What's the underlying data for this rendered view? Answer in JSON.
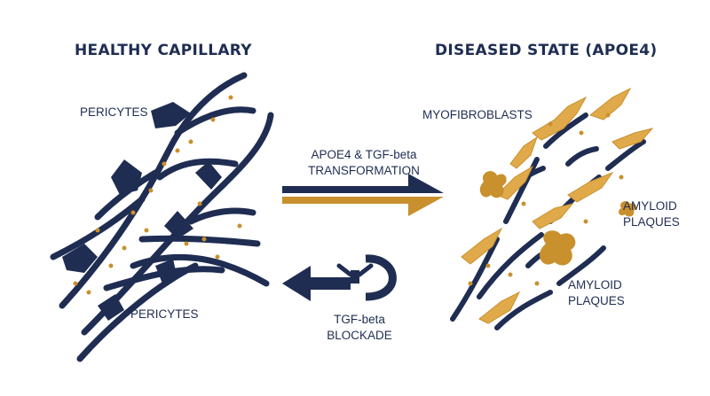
{
  "headings": {
    "healthy": "HEALTHY CAPILLARY",
    "diseased": "DISEASED STATE (APOE4)"
  },
  "labels": {
    "pericytes_top": "PERICYTES",
    "pericytes_bottom": "PERICYTES",
    "myofibroblasts": "MYOFIBROBLASTS",
    "amyloid_right": [
      "AMYLOID",
      "PLAQUES"
    ],
    "amyloid_bottom": [
      "AMYLOID",
      "PLAQUES"
    ]
  },
  "arrows": {
    "transformation": [
      "APOE4 & TGF-beta",
      "TRANSFORMATION"
    ],
    "blockade": [
      "TGF-beta",
      "BLOCKADE"
    ]
  },
  "colors": {
    "navy": "#1f2d52",
    "gold": "#c9902e",
    "gold_light": "#e0aa4a",
    "background": "#ffffff"
  },
  "icons": {
    "blockade_symbol": "antibody-icon"
  }
}
